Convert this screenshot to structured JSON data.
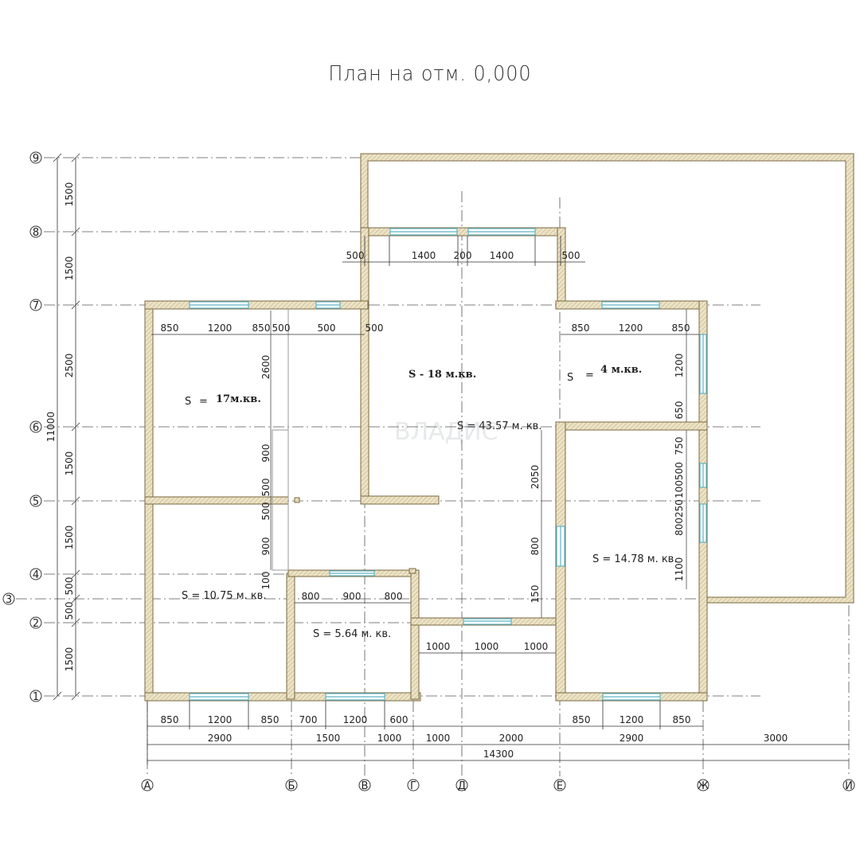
{
  "title": "План на отм. 0,000",
  "watermark": "ВЛАДИС",
  "axes_rows": [
    "9",
    "8",
    "7",
    "6",
    "5",
    "4",
    "3",
    "2",
    "1"
  ],
  "axes_cols": [
    "А",
    "Б",
    "В",
    "Г",
    "Д",
    "Е",
    "Ж",
    "И"
  ],
  "left_dims": [
    "1500",
    "1500",
    "2500",
    "1500",
    "1500",
    "500",
    "500",
    "1500"
  ],
  "left_total": "11000",
  "top_dims": [
    "500",
    "1400",
    "200",
    "1400",
    "500"
  ],
  "room_dims": {
    "r1_top": [
      "850",
      "1200",
      "850",
      "500",
      "500",
      "500"
    ],
    "r1_side": [
      "2600",
      "900",
      "500",
      "500",
      "900",
      "100"
    ],
    "r2_top": [
      "800",
      "900",
      "800"
    ],
    "hall_side": [
      "2050",
      "800",
      "150"
    ],
    "hall_bottom": [
      "1000",
      "1000",
      "1000"
    ],
    "r4_top": [
      "850",
      "1200",
      "850"
    ],
    "r4_side": [
      "1200",
      "650",
      "750",
      "100500",
      "800250",
      "1100"
    ]
  },
  "bottom_dims_1": [
    "850",
    "1200",
    "850",
    "700",
    "1200",
    "600",
    "850",
    "1200",
    "850"
  ],
  "bottom_dims_2": [
    "2900",
    "1500",
    "1000",
    "1000",
    "2000",
    "2900",
    "3000"
  ],
  "bottom_total": "14300",
  "areas": {
    "a1_s": "S",
    "a1_eq": "=",
    "a1_val": "17м.кв.",
    "a2": "S - 18 м.кв.",
    "a3_s": "S",
    "a3_eq": "=",
    "a3_val": "4 м.кв.",
    "a4": "S  =  43.57 м. кв.",
    "a5": "S   =  14.78 м. кв.",
    "a6": "S   =  10.75 м. кв.",
    "a7": "S   =  5.64 м. кв."
  },
  "colors": {
    "wall_fill": "#e8dfc4",
    "wall_stroke": "#7a6a40",
    "window": "#5fb3c6",
    "line": "#333333",
    "axis": "#444444"
  }
}
